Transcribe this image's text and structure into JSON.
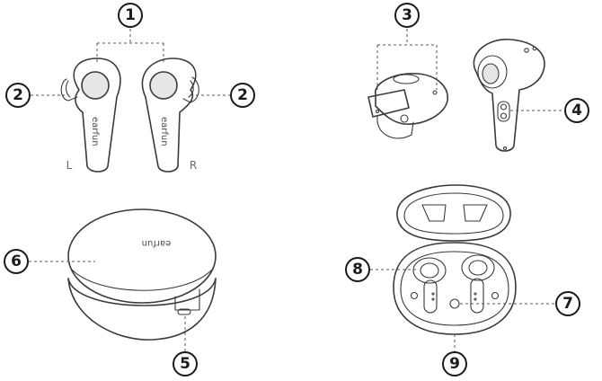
{
  "callouts": {
    "c1": "1",
    "c2a": "2",
    "c2b": "2",
    "c3": "3",
    "c4": "4",
    "c5": "5",
    "c6": "6",
    "c7": "7",
    "c8": "8",
    "c9": "9"
  },
  "labels": {
    "left": "L",
    "right": "R",
    "brand_left_bud": "earfun",
    "brand_right_bud": "earfun",
    "brand_case": "earfun"
  },
  "colors": {
    "outline": "#3a3a3a",
    "callout": "#1a1a1a",
    "sensor_fill": "#e6e6e6"
  }
}
